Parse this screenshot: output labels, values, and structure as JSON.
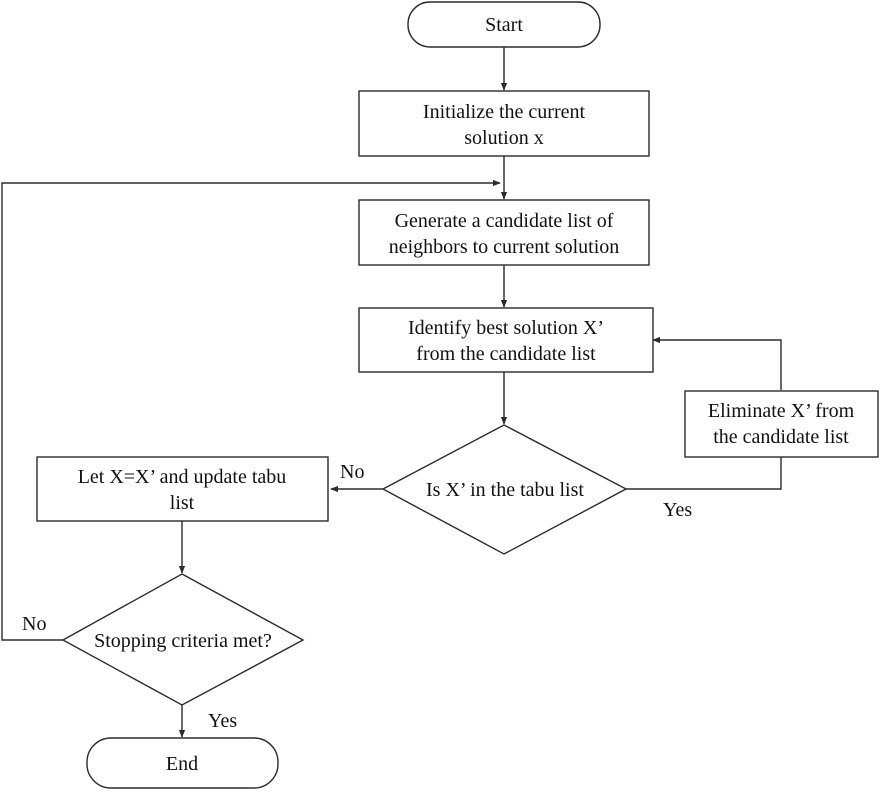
{
  "nodes": {
    "start": {
      "text": "Start"
    },
    "init": {
      "line1": "Initialize the current",
      "line2": "solution x"
    },
    "generate": {
      "line1": "Generate a candidate list of",
      "line2": "neighbors to current solution"
    },
    "identify": {
      "line1": "Identify best solution X’",
      "line2": "from the candidate list"
    },
    "tabu_check": {
      "text": "Is X’ in the tabu list"
    },
    "eliminate": {
      "line1": "Eliminate X’ from",
      "line2": "the candidate list"
    },
    "update": {
      "line1": "Let X=X’ and update tabu",
      "line2": "list"
    },
    "stop_check": {
      "text": "Stopping criteria met?"
    },
    "end": {
      "text": "End"
    }
  },
  "edge_labels": {
    "tabu_yes": "Yes",
    "tabu_no": "No",
    "stop_yes": "Yes",
    "stop_no": "No"
  }
}
